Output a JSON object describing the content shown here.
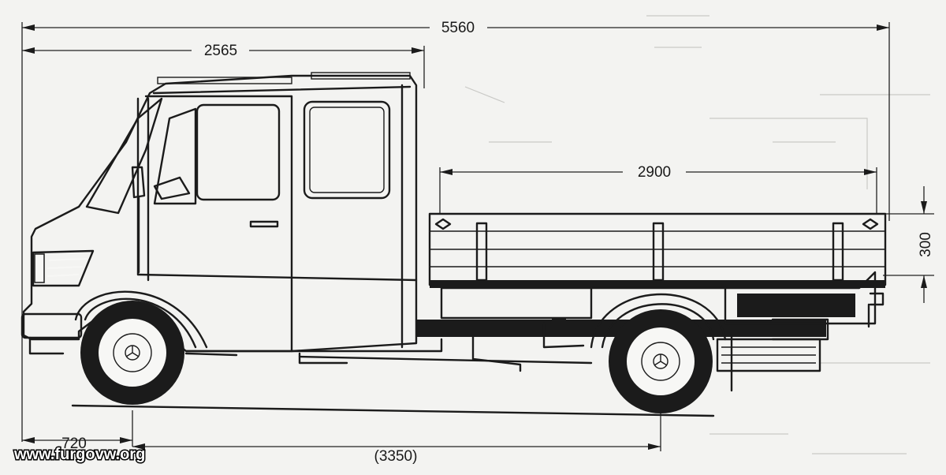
{
  "dimensions": {
    "overall_length": "5560",
    "cab_length": "2565",
    "platform_length": "2900",
    "side_height": "300",
    "front_overhang": "720",
    "wheelbase": "(3350)"
  },
  "watermark": "www.furgovw.org",
  "colors": {
    "line": "#1b1b1b",
    "paper": "#f3f3f1"
  }
}
